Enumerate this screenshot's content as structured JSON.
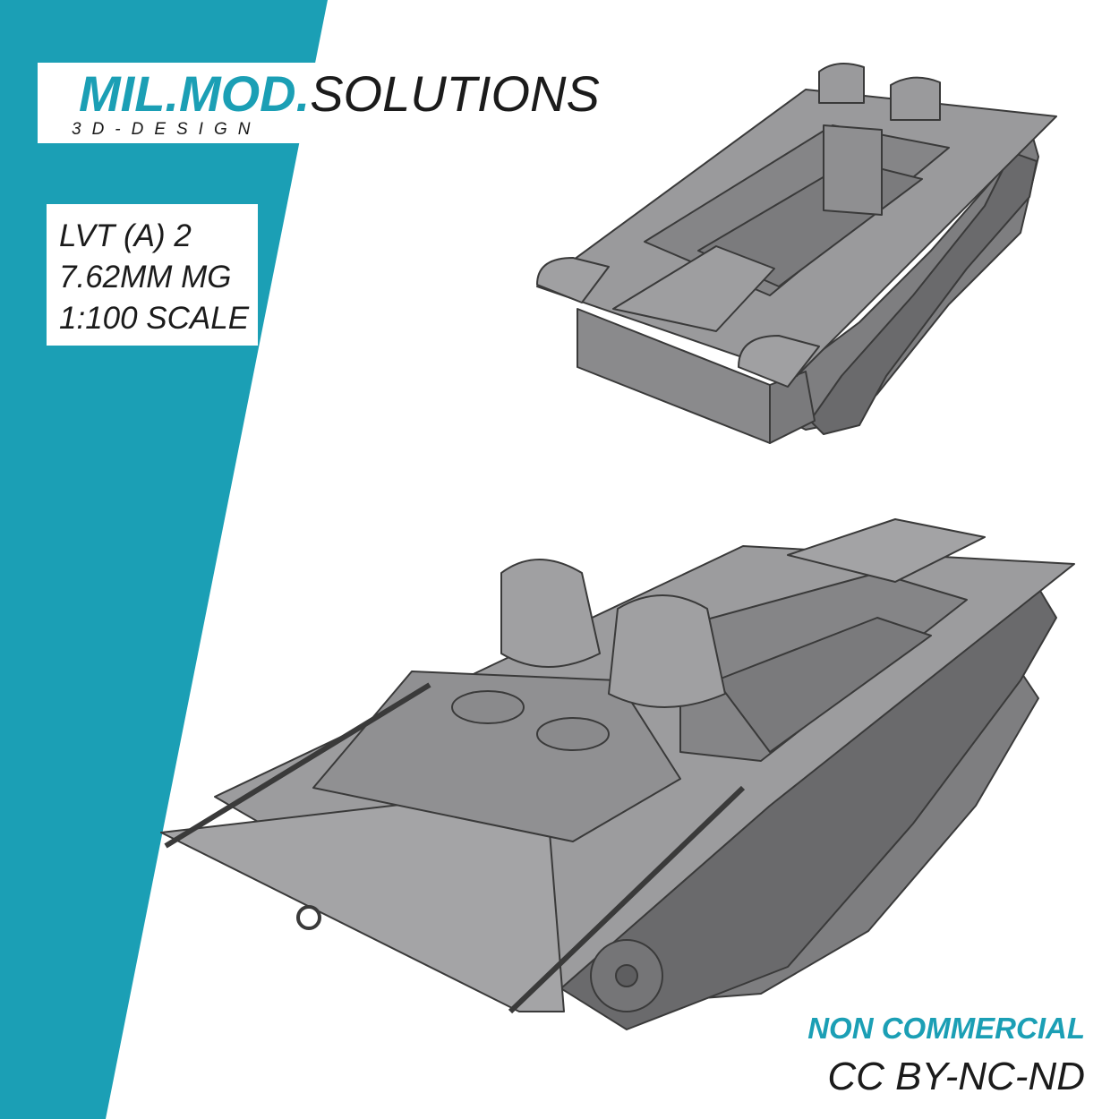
{
  "colors": {
    "accent": "#1b9fb5",
    "hull": "#8e8e90",
    "hull_dark": "#6e6e70",
    "hull_light": "#a9a9ab",
    "outline": "#3a3a3a",
    "text": "#1b1b1b"
  },
  "logo": {
    "brand_bold": "MIL.MOD.",
    "brand_rest": "SOLUTIONS",
    "tagline": "3D-DESIGN"
  },
  "specs": {
    "model": "LVT (A) 2",
    "weapon": "7.62MM MG",
    "scale": "1:100 SCALE"
  },
  "license": {
    "usage": "NON COMMERCIAL",
    "type": "CC BY-NC-ND"
  },
  "renders": [
    {
      "view": "rear three-quarter view",
      "icon": "vehicle-rear-render"
    },
    {
      "view": "front three-quarter view",
      "icon": "vehicle-front-render"
    }
  ]
}
